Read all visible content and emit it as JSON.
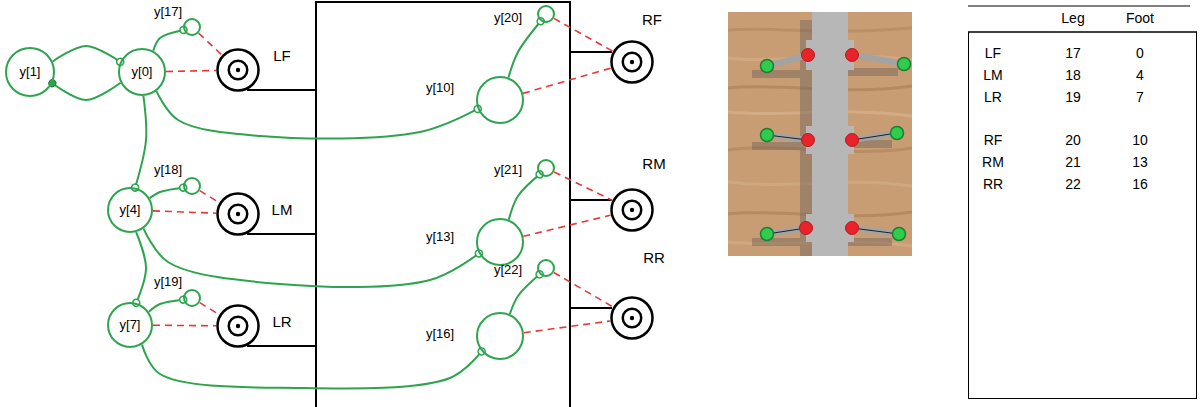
{
  "diagram": {
    "nodes": [
      {
        "text": [
          "y[1]"
        ]
      },
      {
        "text": [
          "y[17]"
        ]
      },
      {
        "text": [
          "y[0]"
        ]
      },
      {
        "text": [
          "LF"
        ]
      },
      {
        "text": [
          "y[20]"
        ]
      },
      {
        "text": [
          "y[10]"
        ]
      },
      {
        "text": [
          "RF"
        ]
      },
      {
        "text": [
          "y[18]"
        ]
      },
      {
        "text": [
          "y[4]"
        ]
      },
      {
        "text": [
          "LM"
        ]
      },
      {
        "text": [
          "y[21]"
        ]
      },
      {
        "text": [
          "y[13]"
        ]
      },
      {
        "text": [
          "RM"
        ]
      },
      {
        "text": [
          "y[19]"
        ]
      },
      {
        "text": [
          "y[7]"
        ]
      },
      {
        "text": [
          "LR"
        ]
      },
      {
        "text": [
          "y[22]"
        ]
      },
      {
        "text": [
          "y[16]"
        ]
      },
      {
        "text": [
          "RR"
        ]
      }
    ],
    "edges": [
      {
        "from": 0,
        "to": 2,
        "arrow": "to"
      },
      {
        "from": 2,
        "to": 0,
        "arrow": "to"
      },
      {
        "from": 2,
        "to": 1,
        "arrow": "to"
      },
      {
        "from": 2,
        "to": 8,
        "arrow": "to"
      },
      {
        "from": 2,
        "to": 5,
        "arrow": "to"
      },
      {
        "from": 5,
        "to": 4,
        "arrow": "to"
      },
      {
        "from": 8,
        "to": 7,
        "arrow": "to"
      },
      {
        "from": 8,
        "to": 14,
        "arrow": "to"
      },
      {
        "from": 8,
        "to": 11,
        "arrow": "to"
      },
      {
        "from": 11,
        "to": 10,
        "arrow": "to"
      },
      {
        "from": 14,
        "to": 13,
        "arrow": "to"
      },
      {
        "from": 14,
        "to": 17,
        "arrow": "to"
      },
      {
        "from": 17,
        "to": 16,
        "arrow": "to"
      },
      {
        "from": 1,
        "to": 3,
        "arrow": "none"
      },
      {
        "from": 2,
        "to": 3,
        "arrow": "none"
      },
      {
        "from": 4,
        "to": 6,
        "arrow": "none"
      },
      {
        "from": 5,
        "to": 6,
        "arrow": "none"
      },
      {
        "from": 7,
        "to": 9,
        "arrow": "none"
      },
      {
        "from": 8,
        "to": 9,
        "arrow": "none"
      },
      {
        "from": 10,
        "to": 12,
        "arrow": "none"
      },
      {
        "from": 11,
        "to": 12,
        "arrow": "none"
      },
      {
        "from": 13,
        "to": 15,
        "arrow": "none"
      },
      {
        "from": 14,
        "to": 15,
        "arrow": "none"
      },
      {
        "from": 16,
        "to": 18,
        "arrow": "none"
      },
      {
        "from": 17,
        "to": 18,
        "arrow": "none"
      }
    ],
    "labels": [
      "Leg",
      "Foot",
      "LF",
      "17",
      "0",
      "LM",
      "18",
      "4",
      "LR",
      "19",
      "7",
      "RF",
      "20",
      "10",
      "RM",
      "21",
      "13",
      "RR",
      "22",
      "16"
    ]
  }
}
